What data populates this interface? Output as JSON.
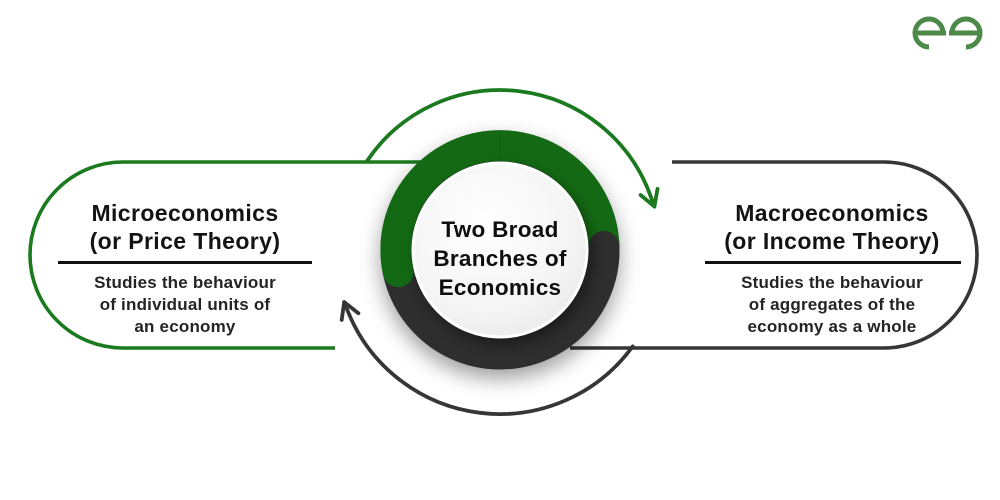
{
  "page": {
    "background_color": "#ffffff",
    "description": "Infographic diagram of the two broad branches of economics"
  },
  "logo": {
    "name": "GeeksforGeeks logo",
    "color": "#4d8a4a"
  },
  "center_circle": {
    "title_lines": [
      "Two Broad",
      "Branches of",
      "Economics"
    ],
    "ring_top_color": "#146a14",
    "ring_bottom_color": "#2e2e2e",
    "inner_fill": "#f2f2f2"
  },
  "left_branch": {
    "accent_color": "#1b7a1f",
    "heading_lines": [
      "Microeconomics",
      "(or Price Theory)"
    ],
    "description_lines": [
      "Studies the behaviour",
      "of individual units of",
      "an economy"
    ]
  },
  "right_branch": {
    "accent_color": "#363636",
    "heading_lines": [
      "Macroeconomics",
      "(or Income Theory)"
    ],
    "description_lines": [
      "Studies the behaviour",
      "of aggregates of the",
      "economy as a whole"
    ]
  }
}
